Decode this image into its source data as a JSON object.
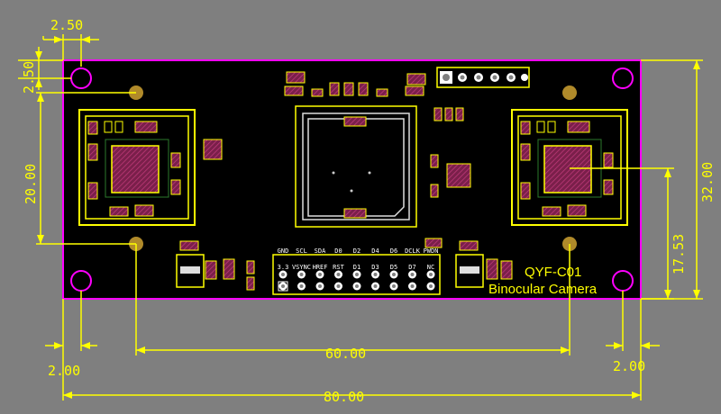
{
  "dimensions": {
    "hole_offset_x": "2.50",
    "hole_offset_y": "2.50",
    "lens_vertical": "20.00",
    "board_height": "32.00",
    "lens_height": "17.53",
    "lens_spacing": "60.00",
    "left_margin": "2.00",
    "right_margin": "2.00",
    "board_width": "80.00"
  },
  "board": {
    "model": "QYF-C01",
    "name": "Binocular Camera",
    "outline_color": "#ff00ff",
    "dimension_color": "#ffff00",
    "background_color": "#7f7f7f"
  },
  "header_pins": {
    "top_row": [
      "GND",
      "SCL",
      "SDA",
      "D0",
      "D2",
      "D4",
      "D6",
      "DCLK",
      "PWDN"
    ],
    "bottom_row": [
      "3.3",
      "VSYNC",
      "HREF",
      "RST",
      "D1",
      "D3",
      "D5",
      "D7",
      "NC"
    ]
  }
}
